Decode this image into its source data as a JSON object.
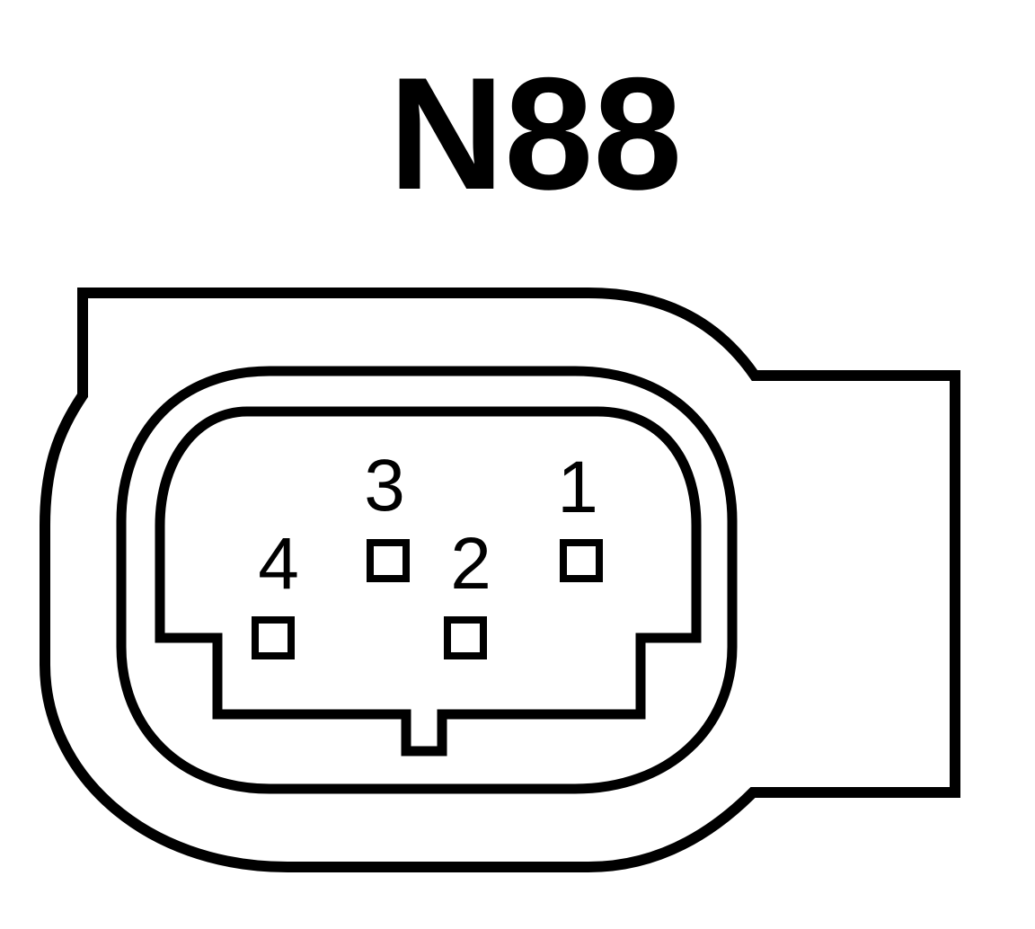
{
  "title": "N88",
  "pins": [
    {
      "label": "1"
    },
    {
      "label": "2"
    },
    {
      "label": "3"
    },
    {
      "label": "4"
    }
  ],
  "colors": {
    "line": "#000000",
    "background": "#ffffff"
  }
}
